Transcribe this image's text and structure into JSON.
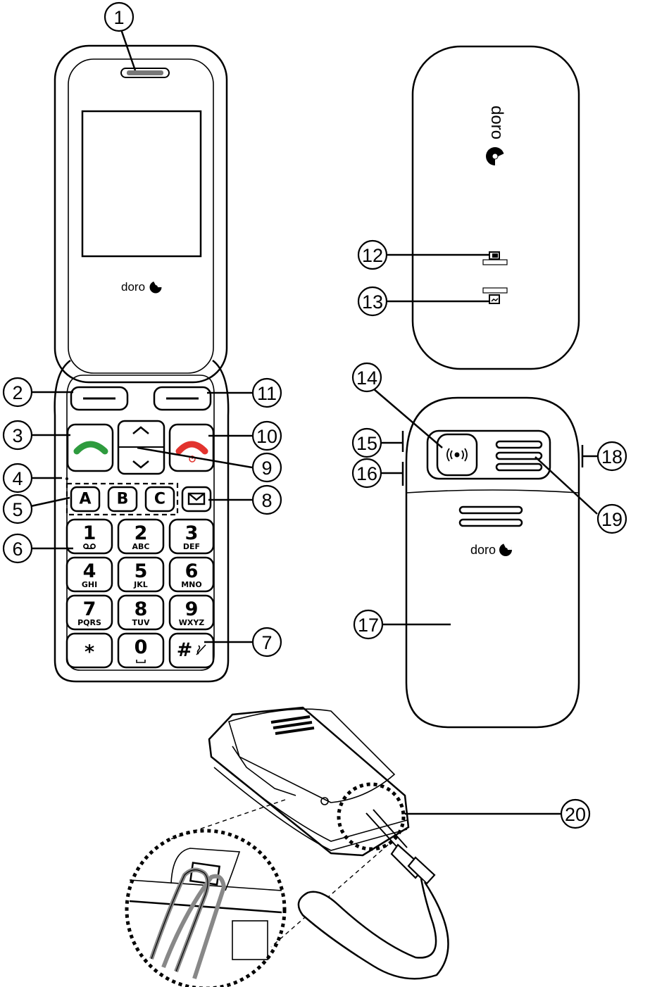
{
  "callouts": {
    "c1": "1",
    "c2": "2",
    "c3": "3",
    "c4": "4",
    "c5": "5",
    "c6": "6",
    "c7": "7",
    "c8": "8",
    "c9": "9",
    "c10": "10",
    "c11": "11",
    "c12": "12",
    "c13": "13",
    "c14": "14",
    "c15": "15",
    "c16": "16",
    "c17": "17",
    "c18": "18",
    "c19": "19",
    "c20": "20"
  },
  "branding": {
    "logo": "doro"
  },
  "speed_dial": {
    "a": "A",
    "b": "B",
    "c": "C"
  },
  "keypad": {
    "k1": {
      "digit": "1",
      "letters": ""
    },
    "k2": {
      "digit": "2",
      "letters": "ABC"
    },
    "k3": {
      "digit": "3",
      "letters": "DEF"
    },
    "k4": {
      "digit": "4",
      "letters": "GHI"
    },
    "k5": {
      "digit": "5",
      "letters": "JKL"
    },
    "k6": {
      "digit": "6",
      "letters": "MNO"
    },
    "k7": {
      "digit": "7",
      "letters": "PQRS"
    },
    "k8": {
      "digit": "8",
      "letters": "TUV"
    },
    "k9": {
      "digit": "9",
      "letters": "WXYZ"
    },
    "star": "*",
    "k0": "0",
    "hash": "#"
  },
  "colors": {
    "call": "#2e9b3e",
    "end": "#e2332e",
    "line": "#000000"
  },
  "icons": [
    "speaker-grille-icon",
    "call-icon",
    "end-call-icon",
    "envelope-icon",
    "voicemail-icon",
    "sos-icon",
    "camera-icon",
    "flash-icon",
    "doro-logo-icon",
    "lanyard-icon"
  ]
}
